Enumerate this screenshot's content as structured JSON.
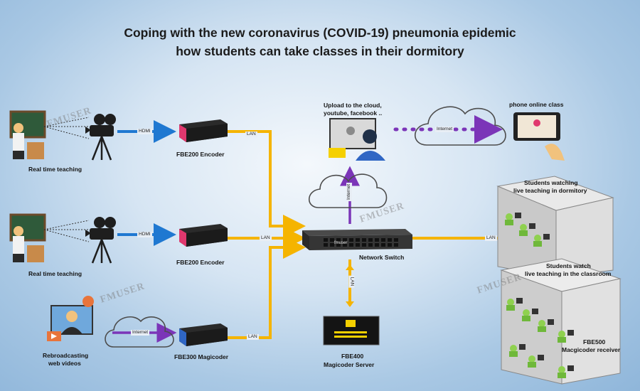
{
  "title": {
    "line1": "Coping with the new coronavirus (COVID-19) pneumonia epidemic",
    "line2": "how students can take classes in their dormitory"
  },
  "labels": {
    "real_time_teaching_1": "Real time teaching",
    "real_time_teaching_2": "Real time teaching",
    "rebroadcasting_1": "Rebroadcasting",
    "rebroadcasting_2": "web videos",
    "encoder_1": "FBE200 Encoder",
    "encoder_2": "FBE200 Encoder",
    "magicoder": "FBE300 Magicoder",
    "network_switch": "Network Switch",
    "server_1": "FBE400",
    "server_2": "Magicoder Server",
    "upload_1": "Upload to the cloud,",
    "upload_2": "youtube, facebook ..",
    "phone_class": "phone online class",
    "dorm_1": "Students watching",
    "dorm_2": "live teaching in dormitory",
    "classroom_1": "Students watch",
    "classroom_2": "live teaching in the classroom",
    "receiver_1": "FBE500",
    "receiver_2": "Macgicoder receiver"
  },
  "link_tags": {
    "hdmi_1": "HDMI",
    "hdmi_2": "HDMI",
    "lan_1": "LAN",
    "lan_2": "LAN",
    "lan_3": "LAN",
    "lan_4": "LAN",
    "lan_5": "LAN",
    "internet_1": "Internet",
    "internet_2": "Internet",
    "internet_3": "Internet"
  },
  "device_text": {
    "switch_brand": "fmuser"
  },
  "watermark": "FMUSER",
  "colors": {
    "lan": "#f5b400",
    "hdmi": "#1f78d1",
    "internet": "#7b35b8",
    "encoder": "#e0386e",
    "magicoder": "#2f66c4",
    "switch": "#3a3a3a",
    "building": "#d8d8d8"
  }
}
